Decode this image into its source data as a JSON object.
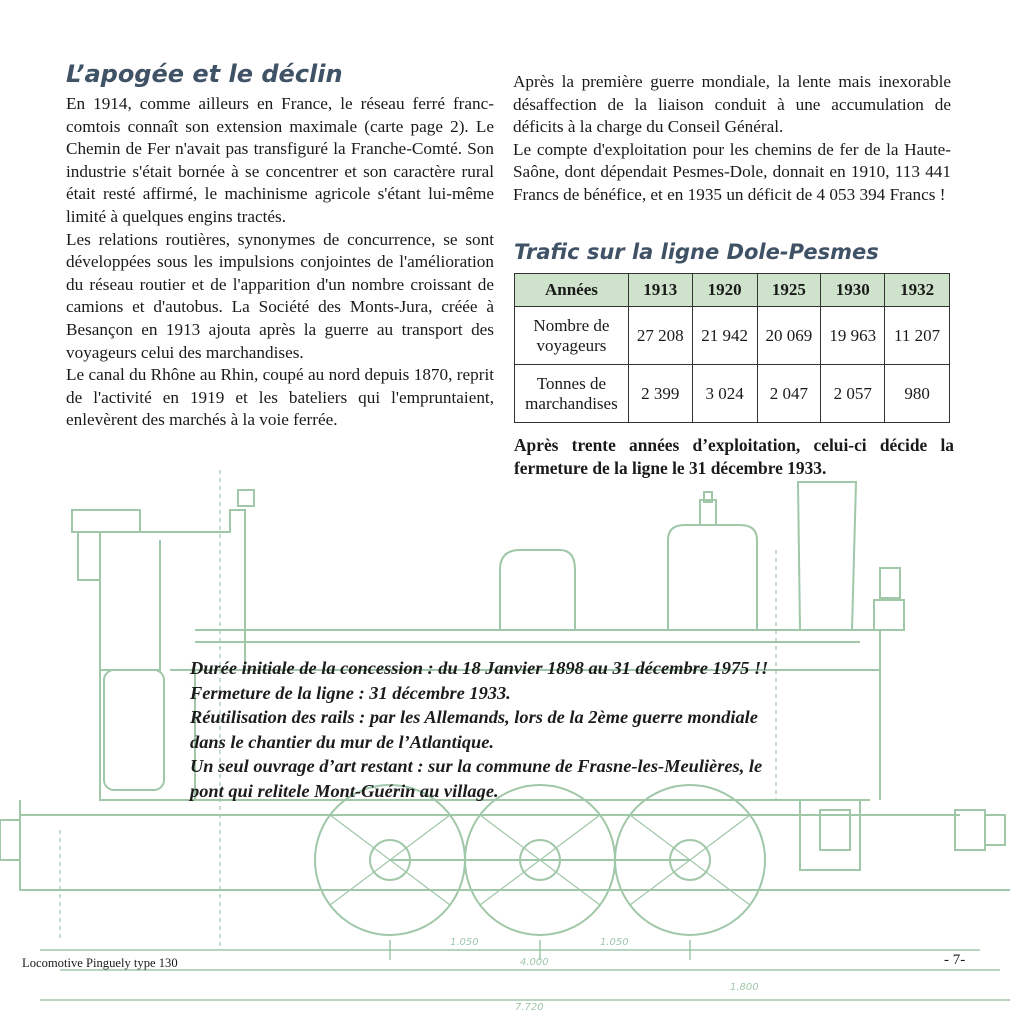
{
  "left": {
    "title": "L’apogée et le déclin",
    "paragraphs": [
      "En 1914, comme ailleurs en France, le réseau ferré franc-comtois connaît son extension maximale (carte page 2). Le Chemin de Fer n'avait pas transfiguré la Franche-Comté. Son industrie s'était bornée à se concentrer et son caractère rural était resté affirmé, le machinisme agricole s'étant lui-même limité à quelques engins tractés.",
      "Les relations routières, synonymes de concurrence, se sont développées sous les impulsions conjointes de l'amélioration du réseau routier et de l'apparition d'un nombre croissant de camions et d'autobus. La Société des Monts-Jura, créée à Besançon en 1913 ajouta après la guerre au transport des voyageurs celui des marchandises.",
      "Le canal du Rhône au Rhin, coupé au nord depuis 1870, reprit de l'activité en 1919 et les bateliers qui l'empruntaient, enlevèrent des marchés à la voie ferrée."
    ]
  },
  "right": {
    "paragraphs": [
      "Après la première guerre mondiale, la lente mais inexorable désaffection de la liaison conduit à une accumulation de déficits à la charge du Conseil Général.",
      "Le compte d'exploitation pour les chemins de fer de la Haute-Saône, dont dépendait Pesmes-Dole, donnait en 1910, 113 441 Francs de bénéfice, et en 1935 un déficit de 4 053 394 Francs !"
    ],
    "table_title": "Trafic sur la ligne Dole-Pesmes",
    "table": {
      "header": [
        "Années",
        "1913",
        "1920",
        "1925",
        "1930",
        "1932"
      ],
      "rows": [
        {
          "label": "Nombre de voyageurs",
          "values": [
            "27 208",
            "21 942",
            "20 069",
            "19 963",
            "11 207"
          ]
        },
        {
          "label": "Tonnes de marchandises",
          "values": [
            "2 399",
            "3 024",
            "2 047",
            "2 057",
            "980"
          ]
        }
      ]
    },
    "conclusion": "Après trente années d’exploitation, celui-ci décide la fermeture de la ligne le 31 décembre 1933."
  },
  "notes": [
    "Durée initiale de la concession : du 18 Janvier 1898 au 31 décembre 1975 !!",
    "Fermeture de la ligne : 31 décembre 1933.",
    "Réutilisation des rails : par les Allemands, lors de la 2ème guerre mondiale",
    "dans le chantier du mur de l’Atlantique.",
    "Un seul ouvrage d’art restant : sur la commune de Frasne-les-Meulières, le",
    "pont qui relitele Mont-Guérin au village."
  ],
  "caption": "Locomotive Pinguely type 130",
  "page_number": "- 7-",
  "drawing_labels": [
    "1.050",
    "1.050",
    "4.000",
    "1.800",
    "7.720"
  ],
  "colors": {
    "title": "#3f5266",
    "table_header": "#cfe3cc",
    "drawing": "#9fc7a8"
  }
}
